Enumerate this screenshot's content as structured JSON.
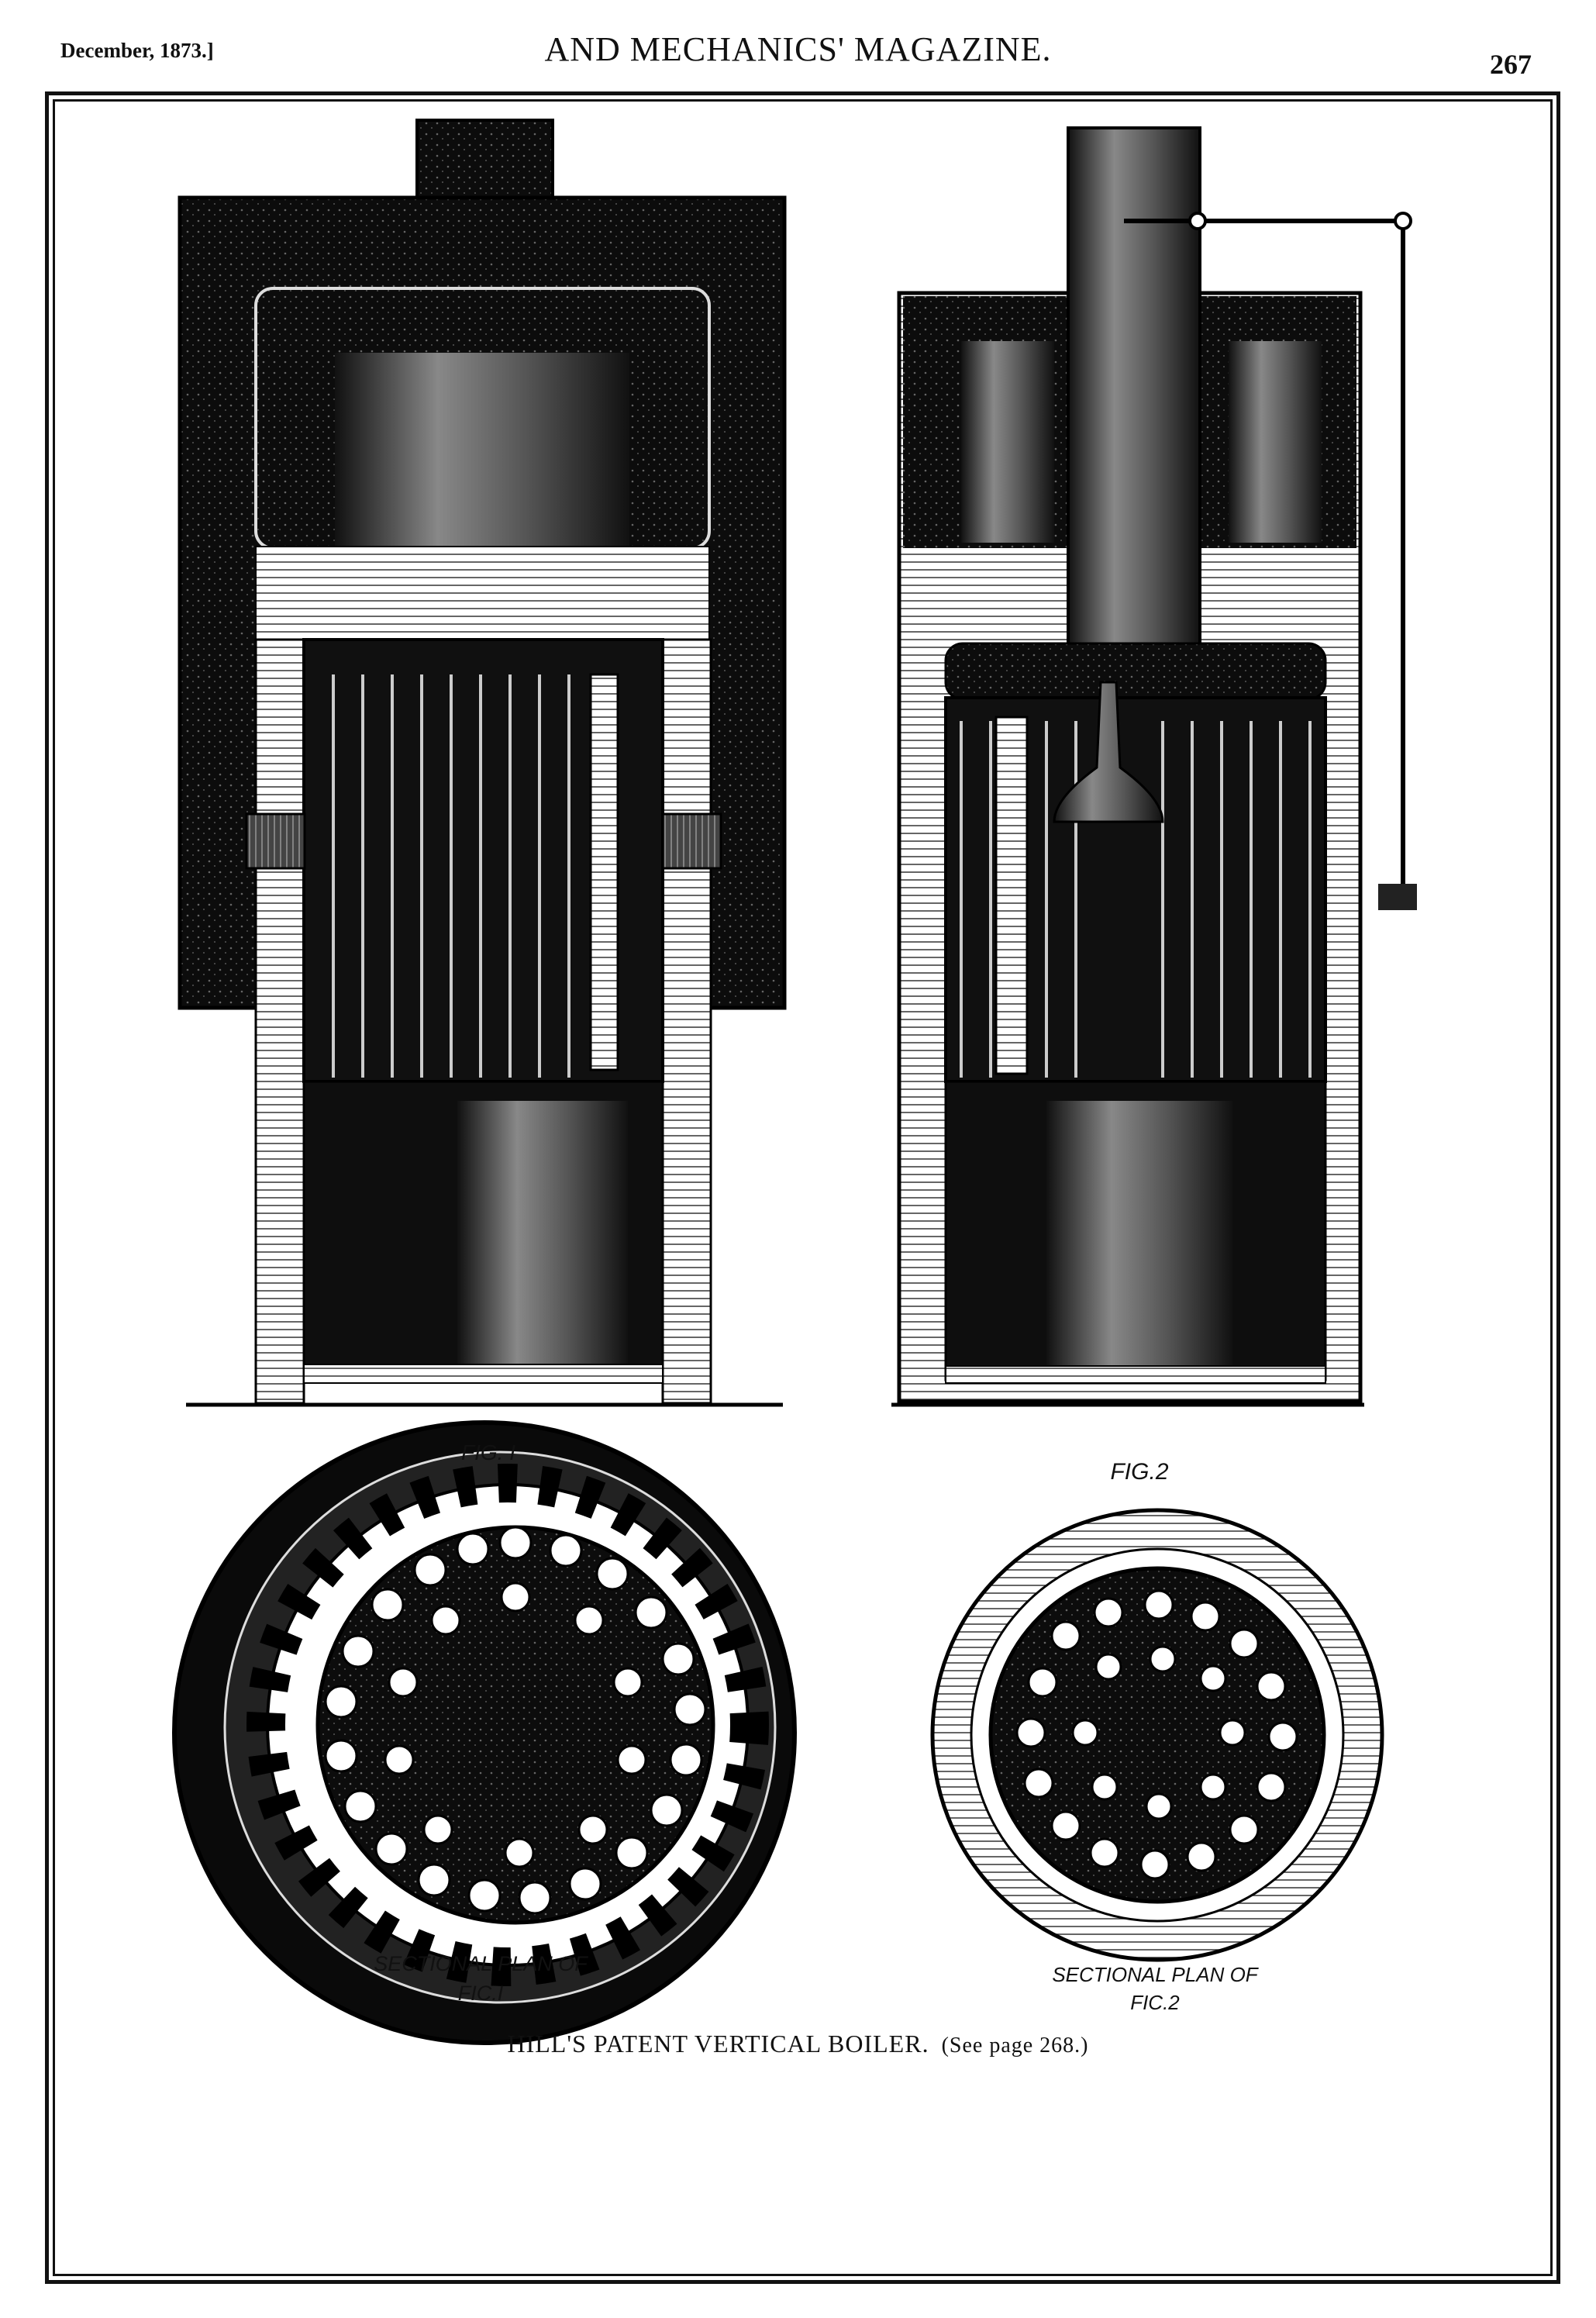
{
  "header": {
    "date": "December, 1873.]",
    "title": "AND MECHANICS' MAGAZINE.",
    "page_number": "267"
  },
  "figures": {
    "fig1_label": "FIG. I",
    "fig2_label": "FIG.2",
    "plan1_line1": "SECTIONAL PLAN OF",
    "plan1_line2": "FIC.I",
    "plan2_line1": "SECTIONAL PLAN OF",
    "plan2_line2": "FIC.2"
  },
  "caption": {
    "main": "HILL'S PATENT VERTICAL BOILER.",
    "reference": "(See page 268.)"
  }
}
